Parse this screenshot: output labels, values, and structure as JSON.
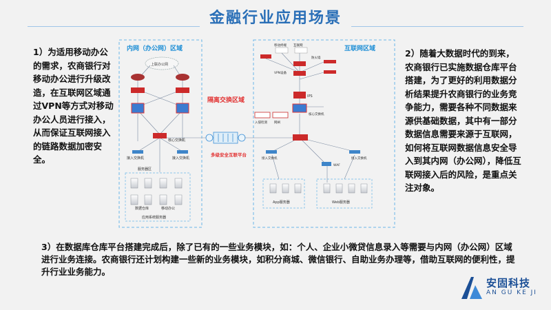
{
  "header": {
    "title": "金融行业应用场景"
  },
  "left_text": "1）为适用移动办公的需求，农商银行对移动办公进行升级改造，在互联网区域通过VPN等方式对移动办公人员进行接入，从而保证互联网接入的链路数据加密安全。",
  "right_text": "2）随着大数据时代的到来，农商银行已实施数据仓库平台搭建，为了更好的利用数据分析结果提升农商银行的业务竞争能力，需要各种不同数据来源供基础数据，其中有一部分数据信息需要来源于互联网，如何将互联网数据信息安全导入到其内网（办公网），降低互联网接入后的风险，是重点关注对象。",
  "bottom_text": "3）在数据库仓库平台搭建完成后，除了已有的一些业务模块，如：个人、企业小微贷信息录入等需要与内网（办公网）区域进行业务连接。农商银行还计划构建一些新的业务模块，如积分商城、微信银行、自助业务办理等，借助互联网的便利性，提升行业业务能力。",
  "diagram": {
    "inner_zone_label": "内网（办公网）区域",
    "internet_zone_label": "互联网区域",
    "isolation_zone_label": "隔离交换区域",
    "platform_label": "多级安全互联平台",
    "inner": {
      "cloud_label": "上联办公网",
      "core_switch_label": "核心交换机",
      "access_left_label": "接入交换机",
      "access_right_label": "接入交换机",
      "server_group_label": "服务器区",
      "server_labels": [
        "数据仓库",
        "移动办公"
      ],
      "server_area_caption": "应用系统服务器"
    },
    "internet": {
      "top_labels": [
        "移动终端",
        "互联网",
        "防火墙"
      ],
      "vpn_label": "VPN设备",
      "ips_label": "IPS",
      "core_label": "核心交换机",
      "isolation_devices": [
        "入侵检测",
        "网闸"
      ],
      "access_left_label": "接入交换机",
      "access_right_label": "接入交换机",
      "waf_label": "WAF",
      "app_area_label": "App服务器",
      "web_area_label": "Web服务器"
    }
  },
  "logo": {
    "name_cn": "安固科技",
    "name_en": "AN GU KE JI"
  },
  "colors": {
    "title": "#2a6fb7",
    "zone_label_blue": "#1f8fd6",
    "zone_label_red": "#e23434",
    "frame_dash": "#6bb7e8",
    "logo": "#1b4f96"
  }
}
